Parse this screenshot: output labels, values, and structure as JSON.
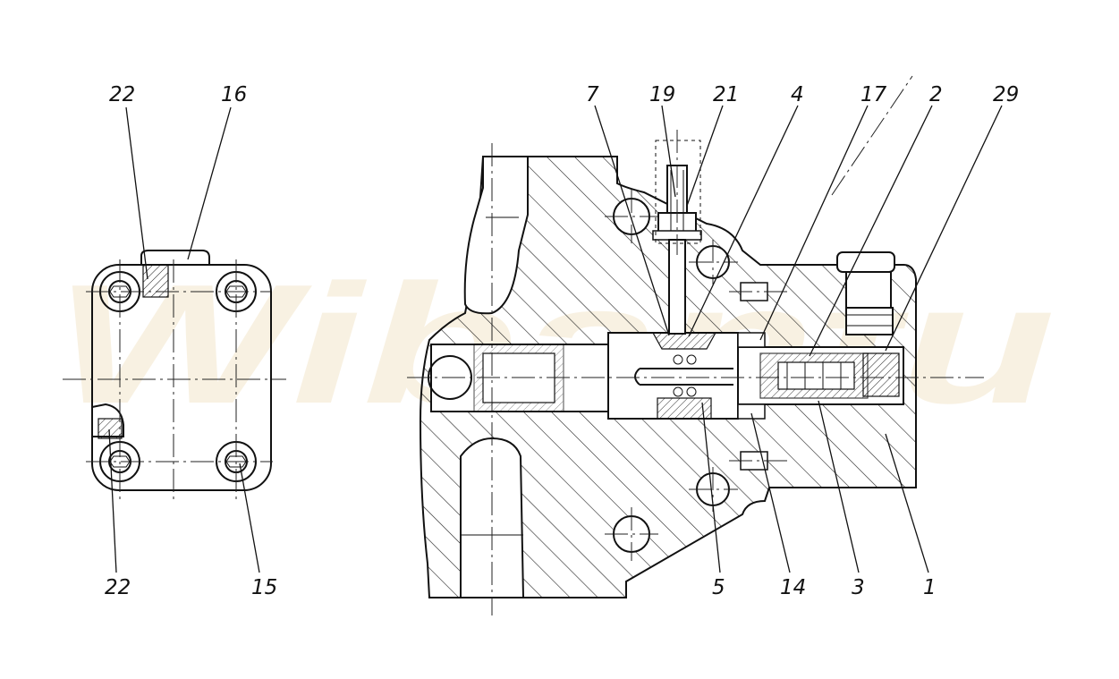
{
  "watermark": {
    "text": "Wibantu"
  },
  "labels": {
    "left_top_22": "22",
    "left_top_16": "16",
    "left_bottom_22": "22",
    "left_bottom_15": "15",
    "top_7": "7",
    "top_19": "19",
    "top_21": "21",
    "top_4": "4",
    "top_17": "17",
    "top_2": "2",
    "top_29": "29",
    "bottom_5": "5",
    "bottom_14": "14",
    "bottom_3": "3",
    "bottom_1": "1"
  },
  "colors": {
    "ink": "#111111",
    "paper": "#ffffff",
    "watermark": "#f3e6cc"
  }
}
